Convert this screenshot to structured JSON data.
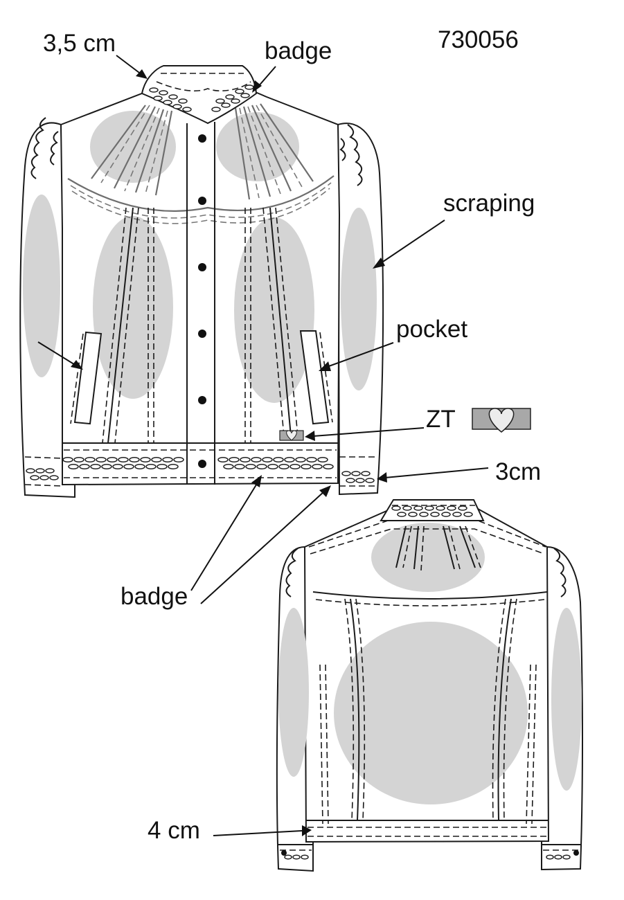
{
  "sketch": {
    "article_number": "730056",
    "labels": {
      "collar_height": "3,5 cm",
      "badge_top": "badge",
      "scraping": "scraping",
      "pocket": "pocket",
      "zt": "ZT",
      "cuff_width": "3cm",
      "badge_bottom": "badge",
      "hem_band": "4 cm"
    },
    "colors": {
      "outline": "#1a1a1a",
      "scraping_shade": "#d4d4d4",
      "yoke_gray": "#6e6e6e",
      "zt_tag": "#a8a8a8"
    },
    "icons": [
      "heart-tag-icon",
      "button-icon",
      "eyelet-badge-icon"
    ]
  }
}
